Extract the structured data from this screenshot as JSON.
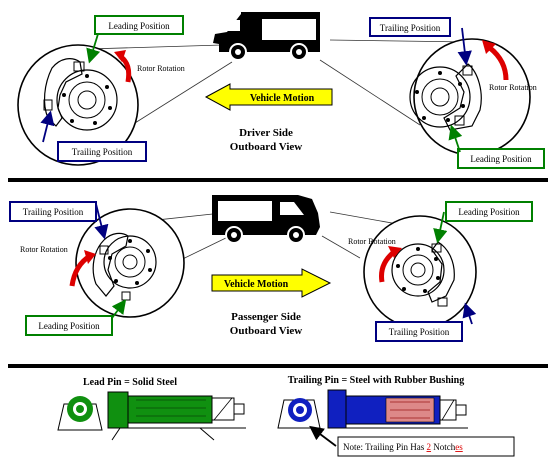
{
  "panel_driver": {
    "leading_label": "Leading Position",
    "trailing_label": "Trailing Position",
    "rotor_left": "Rotor Rotation",
    "trailing_label_right": "Trailing Position",
    "rotor_right": "Rotor Rotation",
    "leading_label_right": "Leading Position",
    "motion": "Vehicle Motion",
    "caption_line1": "Driver Side",
    "caption_line2": "Outboard View"
  },
  "panel_passenger": {
    "trailing_label_left": "Trailing Position",
    "rotor_left": "Rotor Rotation",
    "leading_label_left": "Leading Position",
    "leading_label_right": "Leading Position",
    "rotor_right": "Rotor Rotation",
    "trailing_label_right": "Trailing Position",
    "motion": "Vehicle Motion",
    "caption_line1": "Passenger Side",
    "caption_line2": "Outboard View"
  },
  "pins": {
    "lead_title": "Lead Pin = Solid Steel",
    "trailing_title": "Trailing Pin = Steel with Rubber Bushing",
    "note_prefix": "Note: Trailing Pin Has ",
    "note_number": "2",
    "note_suffix": " Notch",
    "note_tail": "es"
  },
  "colors": {
    "green_box": "#008000",
    "blue_box": "#000080",
    "motion_fill": "#ffff00",
    "rotation_arrow": "#dd0000",
    "pin_green": "#109010",
    "pin_blue": "#1020c0"
  }
}
